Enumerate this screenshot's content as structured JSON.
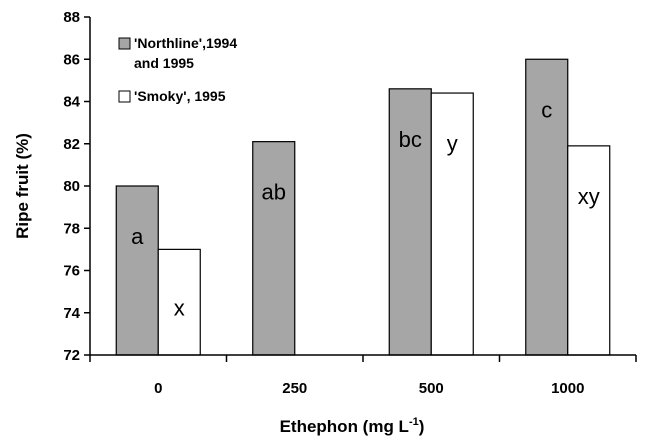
{
  "chart_data": {
    "type": "bar",
    "categories": [
      "0",
      "250",
      "500",
      "1000"
    ],
    "ylabel": "Ripe fruit (%)",
    "xlabel_main": "Ethephon (mg L",
    "xlabel_sup": "-1",
    "xlabel_end": ")",
    "ylim": [
      72,
      88
    ],
    "yticks": [
      "72",
      "74",
      "76",
      "78",
      "80",
      "82",
      "84",
      "86",
      "88"
    ],
    "grid": false,
    "legend_position": "top-left",
    "series": [
      {
        "name_line1": "'Northline',1994",
        "name_line2": "and 1995",
        "color": "#a6a6a6",
        "values": [
          80.0,
          82.1,
          84.6,
          86.0
        ],
        "labels": [
          "a",
          "ab",
          "bc",
          "c"
        ]
      },
      {
        "name_line1": "'Smoky', 1995",
        "color": "#ffffff",
        "values": [
          77.0,
          null,
          84.4,
          81.9
        ],
        "labels": [
          "x",
          "",
          "y",
          "xy"
        ]
      }
    ]
  }
}
